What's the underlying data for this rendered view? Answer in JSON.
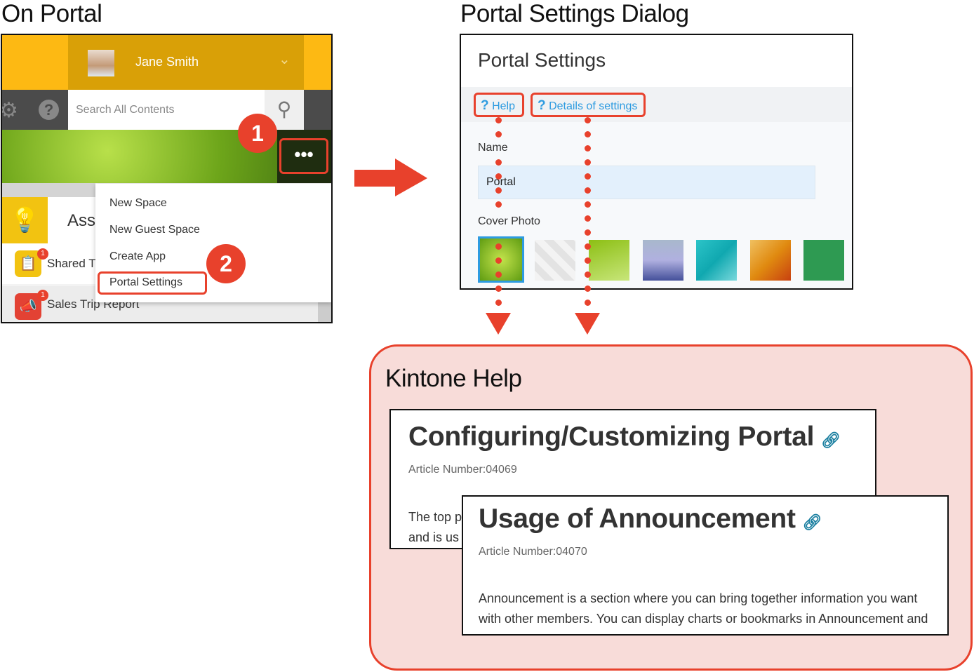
{
  "portal_section": {
    "title": "On Portal",
    "user_name": "Jane Smith",
    "search_placeholder": "Search All Contents",
    "app_title_partial": "Ass",
    "apps": [
      {
        "label": "Shared T",
        "badge": "1"
      },
      {
        "label": "Sales Trip Report",
        "badge": "1"
      }
    ],
    "menu_items": [
      "New Space",
      "New Guest Space",
      "Create App",
      "Portal Settings"
    ],
    "step1": "1",
    "step2": "2"
  },
  "dialog_section": {
    "title": "Portal Settings Dialog",
    "dialog_title": "Portal Settings",
    "help_label": "Help",
    "details_label": "Details of settings",
    "name_label": "Name",
    "name_value": "Portal",
    "cover_label": "Cover Photo"
  },
  "help_section": {
    "title": "Kintone Help",
    "articles": [
      {
        "title": "Configuring/Customizing Portal",
        "number": "Article Number:04069",
        "lines": [
          "The top p",
          "and is us"
        ]
      },
      {
        "title": "Usage of Announcement",
        "number": "Article Number:04070",
        "lines": [
          "Announcement is a section where you can bring together information you want",
          "with other members. You can display charts or bookmarks in Announcement and"
        ]
      }
    ]
  },
  "colors": {
    "accent": "#E8412C",
    "yellow": "#FDB913",
    "dark_yellow": "#D9A007",
    "link": "#2D9BE0",
    "help_bg": "#F8DCD9"
  }
}
